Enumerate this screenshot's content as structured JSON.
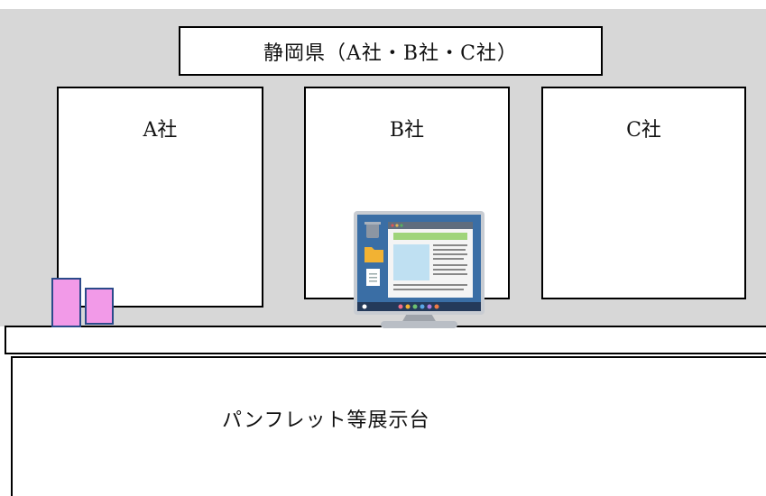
{
  "title": "静岡県（A社・B社・C社）",
  "panels": [
    {
      "label": "A社"
    },
    {
      "label": "B社"
    },
    {
      "label": "C社"
    }
  ],
  "table_label": "パンフレット等展示台",
  "colors": {
    "wall": "#d7d7d7",
    "pamphlet": "#f29ae8",
    "monitor_screen": "#3a6ea5",
    "monitor_frame": "#c8ccd2"
  },
  "icons": [
    "pamphlet-icon",
    "monitor-icon"
  ]
}
